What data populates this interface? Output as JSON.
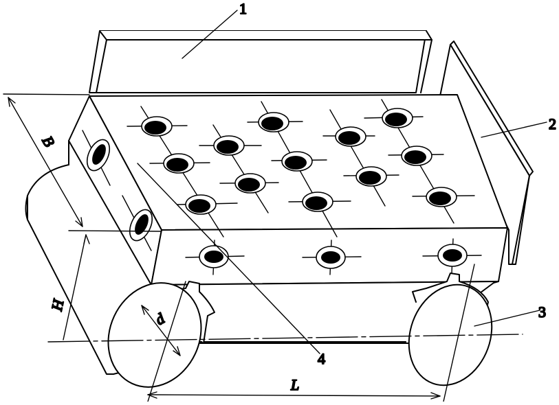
{
  "labels": {
    "part_1": "1",
    "part_2": "2",
    "part_3": "3",
    "part_4": "4",
    "dim_B": "B",
    "dim_H": "H",
    "dim_d": "d",
    "dim_L": "L"
  },
  "colors": {
    "stroke": "#000000",
    "background": "#ffffff"
  }
}
